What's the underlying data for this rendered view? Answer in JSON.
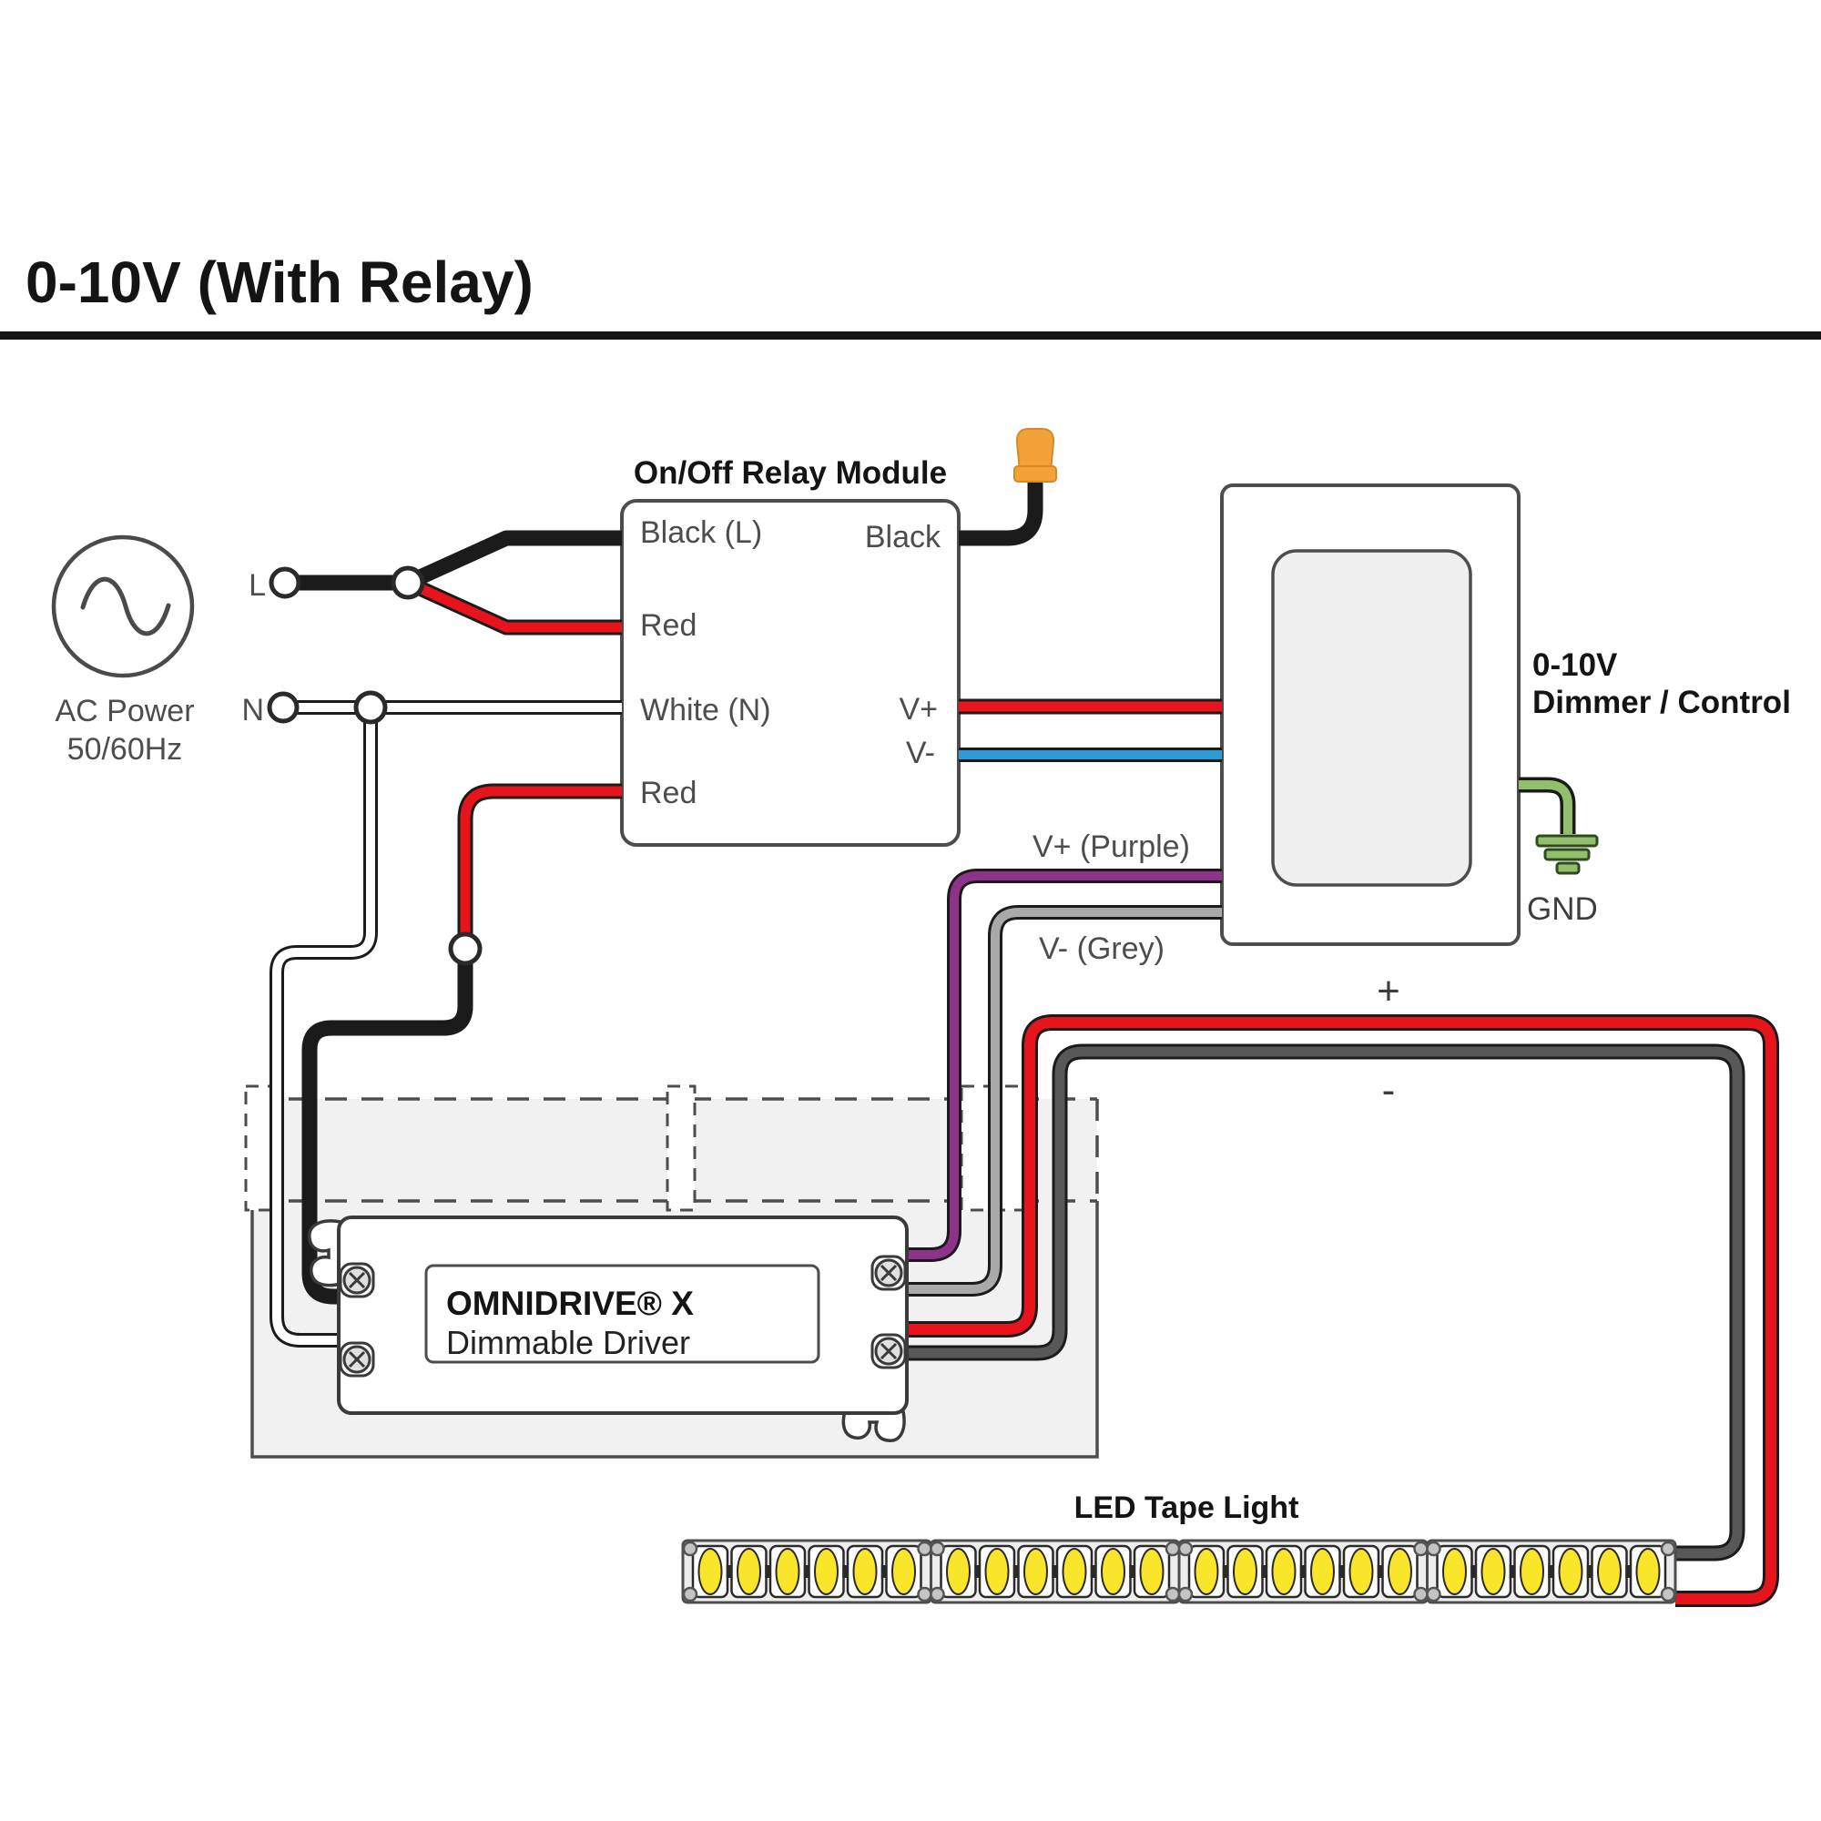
{
  "title": "0-10V (With Relay)",
  "ac_source": {
    "name": "AC Power",
    "freq": "50/60Hz",
    "line_terminal": "L",
    "neutral_terminal": "N"
  },
  "relay": {
    "title": "On/Off Relay Module",
    "label_black_l": "Black (L)",
    "label_black_out": "Black",
    "label_red_top": "Red",
    "label_white_n": "White (N)",
    "label_red_bottom": "Red",
    "label_v_plus": "V+",
    "label_v_minus": "V-"
  },
  "dimmer": {
    "line1": "0-10V",
    "line2": "Dimmer / Control",
    "ground": "GND"
  },
  "control_wires": {
    "v_plus": "V+ (Purple)",
    "v_minus": "V- (Grey)"
  },
  "output_wires": {
    "positive": "+",
    "negative": "-"
  },
  "driver": {
    "name": "OMNIDRIVE® X",
    "type": "Dimmable Driver"
  },
  "led_strip": {
    "title": "LED Tape Light",
    "segments": 4,
    "leds_per_segment": 6
  },
  "colors": {
    "black": "#1b1b1b",
    "red": "#e8141c",
    "white": "#ffffff",
    "blue": "#2e9bd6",
    "purple": "#8e338c",
    "grey_light": "#a9a9a9",
    "grey_dark": "#585858",
    "green": "#92bf6b",
    "green_dark": "#2f4a1e",
    "orange_nut": "#f3a239",
    "led_yellow": "#f9e62b"
  }
}
